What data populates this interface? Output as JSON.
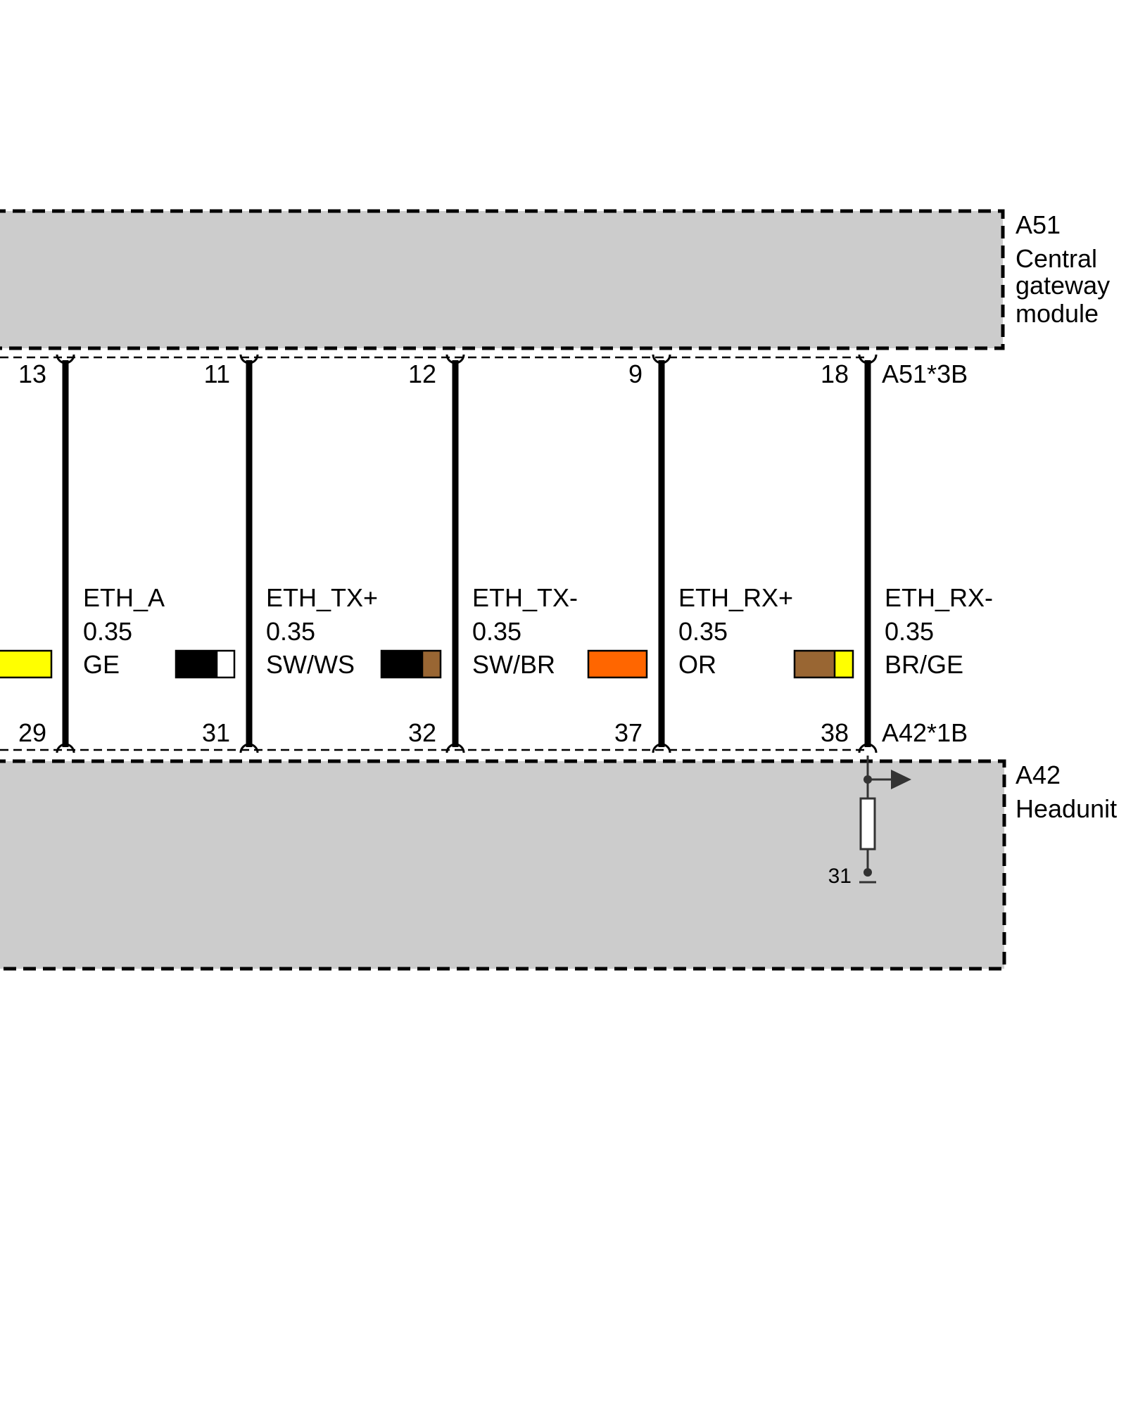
{
  "modules": {
    "top": {
      "id": "A51",
      "name_lines": [
        "Central",
        "gateway",
        "module"
      ],
      "connector": "A51*3B"
    },
    "bottom": {
      "id": "A42",
      "name_lines": [
        "Headunit"
      ],
      "connector": "A42*1B"
    }
  },
  "wires": [
    {
      "top_pin": "13",
      "bottom_pin": "29",
      "signal": "",
      "size": "",
      "color_code": "",
      "swatch": []
    },
    {
      "top_pin": "11",
      "bottom_pin": "31",
      "signal": "ETH_A",
      "size": "0.35",
      "color_code": "GE",
      "swatch": [
        "#ffff00"
      ]
    },
    {
      "top_pin": "12",
      "bottom_pin": "32",
      "signal": "ETH_TX+",
      "size": "0.35",
      "color_code": "SW/WS",
      "swatch": [
        "#000000",
        "#ffffff"
      ]
    },
    {
      "top_pin": "9",
      "bottom_pin": "37",
      "signal": "ETH_TX-",
      "size": "0.35",
      "color_code": "SW/BR",
      "swatch": [
        "#000000",
        "#996633"
      ]
    },
    {
      "top_pin": "18",
      "bottom_pin": "38",
      "signal": "ETH_RX+",
      "size": "0.35",
      "color_code": "OR",
      "swatch": [
        "#ff6600"
      ]
    },
    {
      "top_pin": "",
      "bottom_pin": "",
      "signal": "ETH_RX-",
      "size": "0.35",
      "color_code": "BR/GE",
      "swatch": [
        "#996633",
        "#ffff00"
      ]
    }
  ],
  "ground": {
    "label": "31"
  },
  "colors": {
    "module_fill": "#cccccc",
    "line": "#000000"
  }
}
